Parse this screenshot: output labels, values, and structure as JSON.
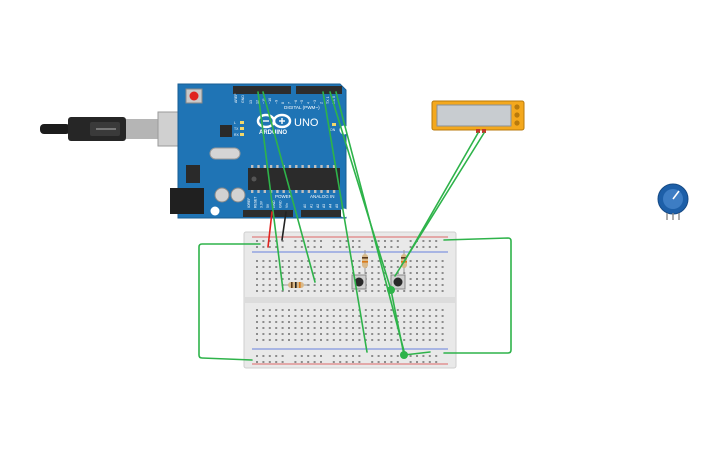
{
  "arduino": {
    "brand_label": "ARDUINO",
    "model_label": "UNO",
    "digital_label": "DIGITAL (PWM~)",
    "analog_label": "ANALOG IN",
    "power_label": "POWER",
    "digital_pins": [
      "13",
      "12",
      "~11",
      "~10",
      "~9",
      "8",
      "7",
      "~6",
      "~5",
      "4",
      "~3",
      "2",
      "TX 1",
      "RX 0"
    ],
    "analog_pins": [
      "A0",
      "A1",
      "A2",
      "A3",
      "A4",
      "A5"
    ],
    "power_pins": [
      "IOREF",
      "RESET",
      "3.3V",
      "5V",
      "GND",
      "GND",
      "Vin"
    ],
    "aref_label": "AREF",
    "gnd_label": "GND",
    "led_labels": [
      "L",
      "TX",
      "RX"
    ],
    "on_label": "ON"
  },
  "colors": {
    "board": "#1f74b5",
    "breadboard": "#e9e9e9",
    "wire_green": "#2eb34a",
    "wire_red": "#e0231f",
    "wire_black": "#222222",
    "rail_red": "#d93a3a",
    "rail_blue": "#3a5ed9",
    "sensor_body": "#f4a81d",
    "potentiometer": "#1d5fa8"
  },
  "icons": [
    "usb-cable-icon",
    "infinity-logo-icon",
    "pushbutton-icon",
    "resistor-icon",
    "potentiometer-icon",
    "temperature-sensor-icon"
  ]
}
